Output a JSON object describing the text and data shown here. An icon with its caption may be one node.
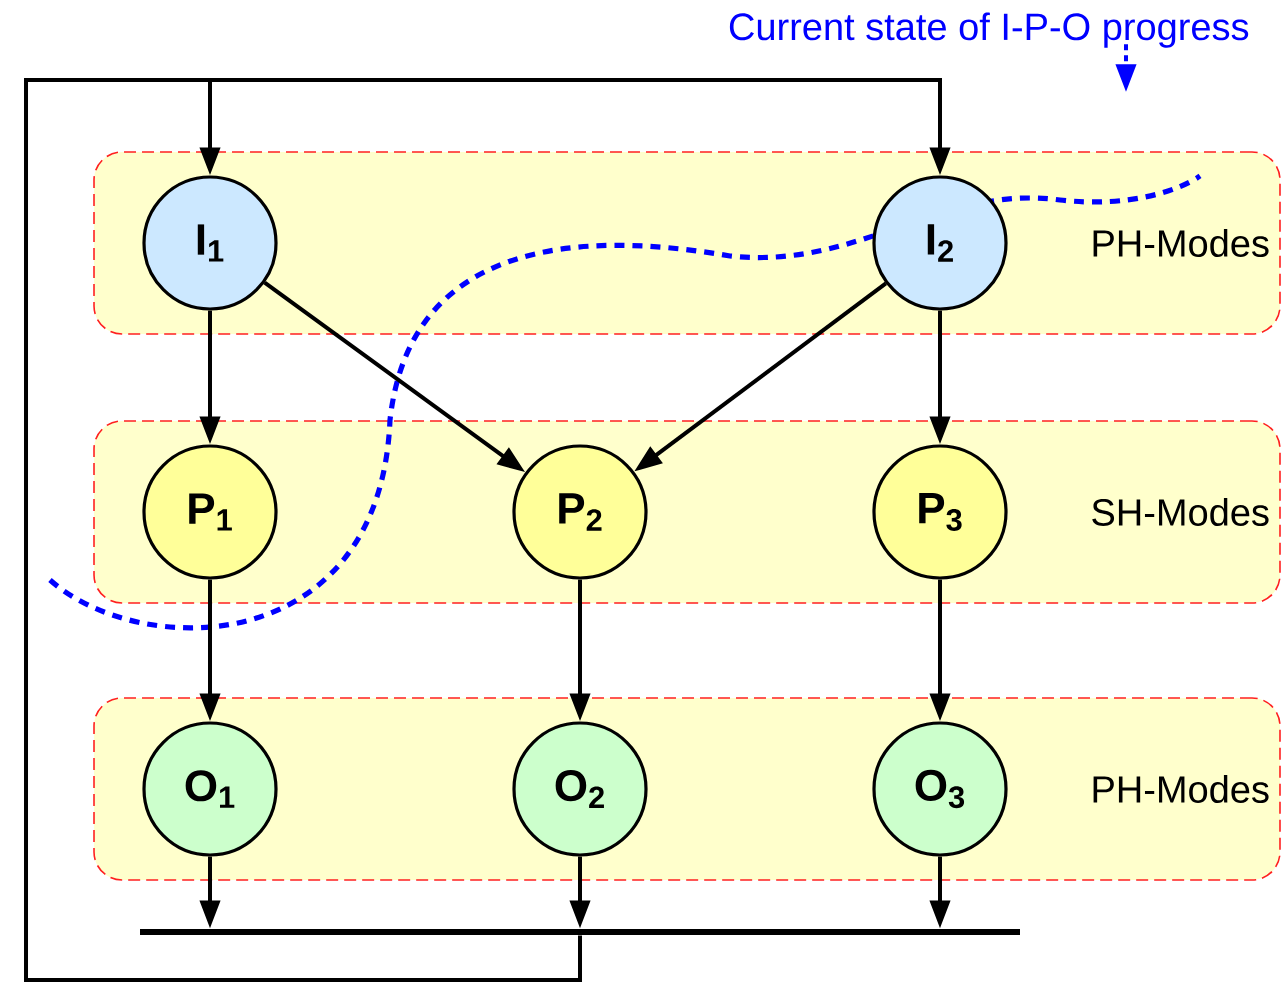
{
  "diagram": {
    "nodes": [
      {
        "text": [
          "PH-Modes"
        ]
      },
      {
        "text": [
          "I$_{1}$"
        ],
        "in": 0
      },
      {
        "text": [
          "I$_{2}$"
        ],
        "in": 0
      },
      {
        "text": [
          "SH-Modes"
        ]
      },
      {
        "text": [
          "P$_{1}$"
        ],
        "in": 3
      },
      {
        "text": [
          "P$_{2}$"
        ],
        "in": 3
      },
      {
        "text": [
          "P$_{3}$"
        ],
        "in": 3
      },
      {
        "text": [
          "PH-Modes"
        ]
      },
      {
        "text": [
          "O$_{1}$"
        ],
        "in": 7
      },
      {
        "text": [
          "O$_{2}$"
        ],
        "in": 7
      },
      {
        "text": [
          "O$_{3}$"
        ],
        "in": 7
      },
      {
        "text": [],
        "shape": "bar"
      },
      {
        "text": [
          "Current state of I-P-O progress"
        ]
      }
    ],
    "edges": [
      {
        "from": 1,
        "to": 4,
        "arrow": "to"
      },
      {
        "from": 1,
        "to": 5,
        "arrow": "to"
      },
      {
        "from": 2,
        "to": 5,
        "arrow": "to"
      },
      {
        "from": 2,
        "to": 6,
        "arrow": "to"
      },
      {
        "from": 4,
        "to": 8,
        "arrow": "to"
      },
      {
        "from": 5,
        "to": 9,
        "arrow": "to"
      },
      {
        "from": 6,
        "to": 10,
        "arrow": "to"
      },
      {
        "from": 8,
        "to": 11,
        "arrow": "to"
      },
      {
        "from": 9,
        "to": 11,
        "arrow": "to"
      },
      {
        "from": 10,
        "to": 11,
        "arrow": "to"
      },
      {
        "from": 11,
        "to": 1,
        "arrow": "to"
      },
      {
        "from": 11,
        "to": 2,
        "arrow": "to"
      },
      {
        "from": 12,
        "to": null,
        "arrow": "to",
        "style": "dashed",
        "color": "#0000ff"
      }
    ]
  }
}
